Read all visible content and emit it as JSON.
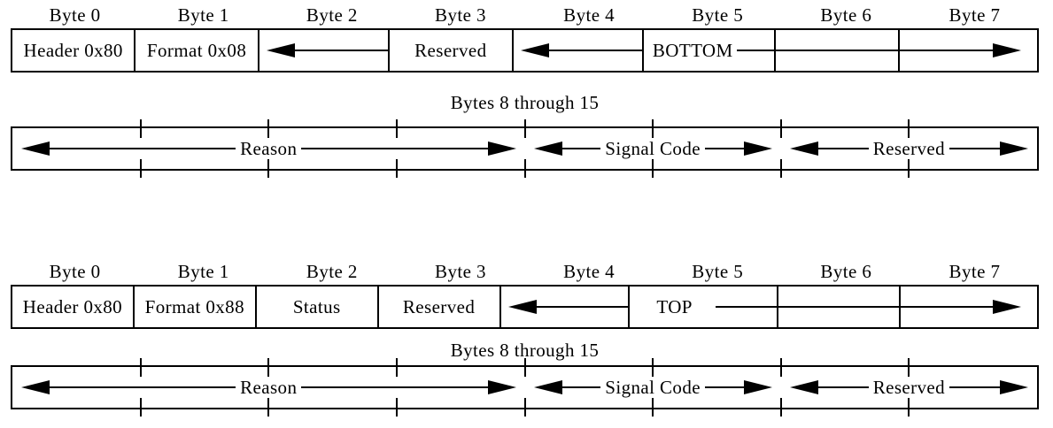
{
  "colors": {
    "line": "#000000",
    "background": "#ffffff",
    "text": "#000000"
  },
  "diagrams": [
    {
      "byte_labels": [
        "Byte 0",
        "Byte 1",
        "Byte 2",
        "Byte 3",
        "Byte 4",
        "Byte 5",
        "Byte 6",
        "Byte 7"
      ],
      "row1": {
        "header": "Header 0x80",
        "format": "Format 0x08",
        "reserved": "Reserved",
        "span_label": "BOTTOM"
      },
      "bytes_8_15_label": "Bytes 8 through 15",
      "row2": {
        "fields": [
          {
            "label": "Reason",
            "span_bytes": 4
          },
          {
            "label": "Signal Code",
            "span_bytes": 2
          },
          {
            "label": "Reserved",
            "span_bytes": 2
          }
        ]
      }
    },
    {
      "byte_labels": [
        "Byte 0",
        "Byte 1",
        "Byte 2",
        "Byte 3",
        "Byte 4",
        "Byte 5",
        "Byte 6",
        "Byte 7"
      ],
      "row1": {
        "header": "Header 0x80",
        "format": "Format 0x88",
        "status": "Status",
        "reserved": "Reserved",
        "span_label": "TOP"
      },
      "bytes_8_15_label": "Bytes 8 through 15",
      "row2": {
        "fields": [
          {
            "label": "Reason",
            "span_bytes": 4
          },
          {
            "label": "Signal Code",
            "span_bytes": 2
          },
          {
            "label": "Reserved",
            "span_bytes": 2
          }
        ]
      }
    }
  ]
}
